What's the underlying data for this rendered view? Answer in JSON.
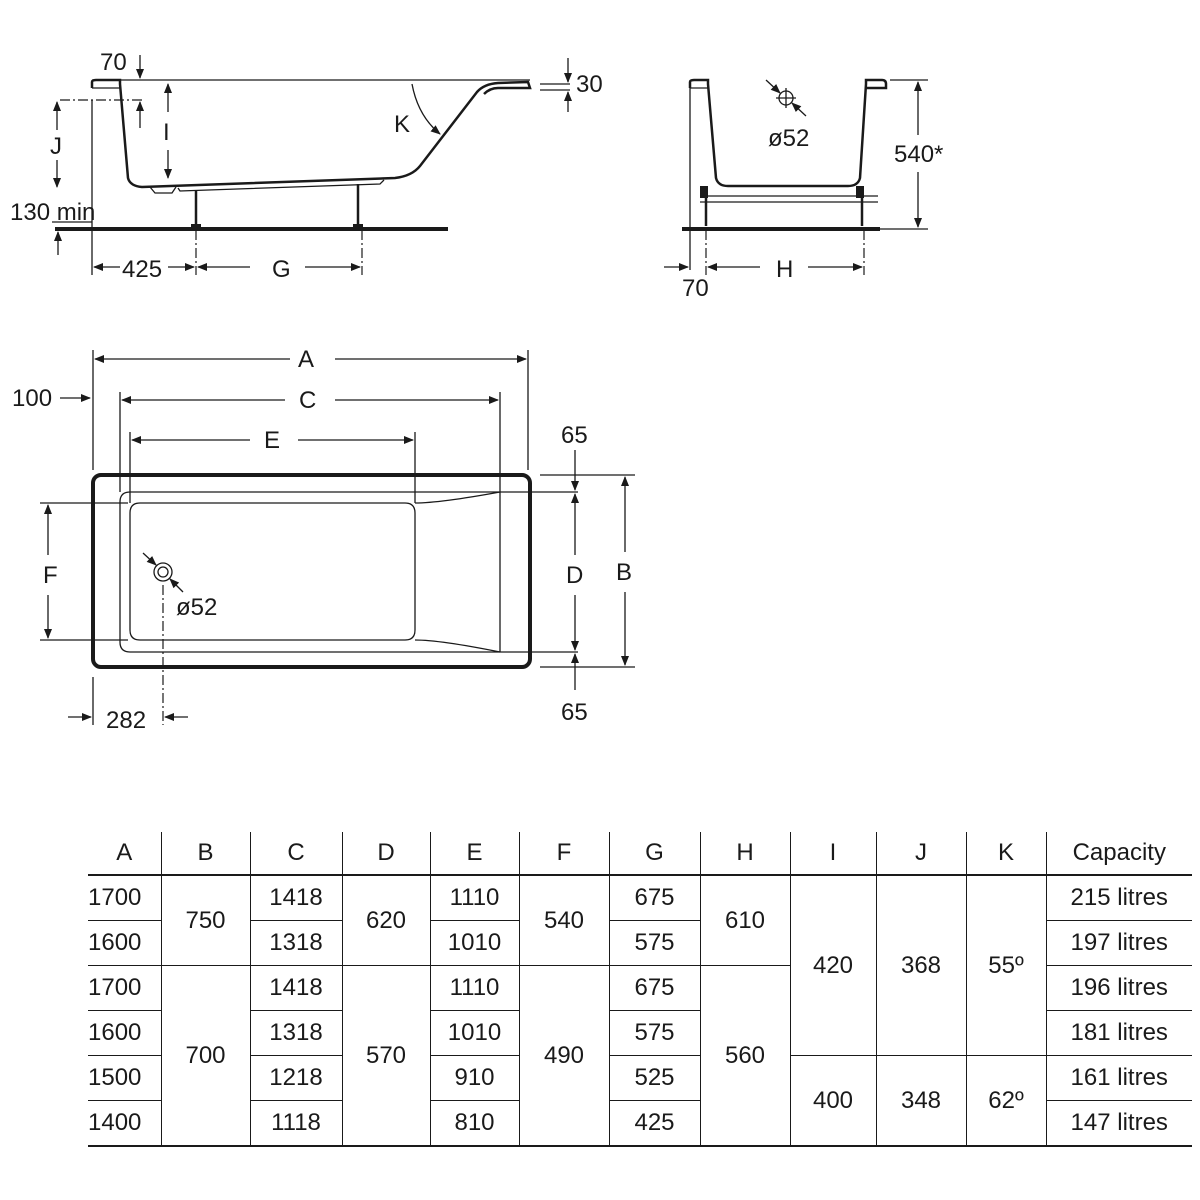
{
  "side_view": {
    "rim_top": "70",
    "rim_thickness": "30",
    "j": "J",
    "i": "I",
    "k": "K",
    "floor_clearance": "130 min",
    "leg_offset": "425",
    "g": "G"
  },
  "end_view": {
    "height": "540*",
    "drain": "ø52",
    "offset": "70",
    "h": "H"
  },
  "plan_view": {
    "a": "A",
    "c": "C",
    "e": "E",
    "offset": "100",
    "top_rim": "65",
    "bottom_rim": "65",
    "d": "D",
    "b": "B",
    "f": "F",
    "drain": "ø52",
    "drain_offset": "282"
  },
  "table": {
    "headers": [
      "A",
      "B",
      "C",
      "D",
      "E",
      "F",
      "G",
      "H",
      "I",
      "J",
      "K",
      "Capacity"
    ],
    "A": [
      "1700",
      "1600",
      "1700",
      "1600",
      "1500",
      "1400"
    ],
    "B": [
      "750",
      "700"
    ],
    "C": [
      "1418",
      "1318",
      "1418",
      "1318",
      "1218",
      "1118"
    ],
    "D": [
      "620",
      "570"
    ],
    "E": [
      "1110",
      "1010",
      "1110",
      "1010",
      "910",
      "810"
    ],
    "F": [
      "540",
      "490"
    ],
    "G": [
      "675",
      "575",
      "675",
      "575",
      "525",
      "425"
    ],
    "H": [
      "610",
      "560"
    ],
    "I": [
      "420",
      "400"
    ],
    "J": [
      "368",
      "348"
    ],
    "K": [
      "55º",
      "62º"
    ],
    "Capacity": [
      "215 litres",
      "197 litres",
      "196 litres",
      "181 litres",
      "161 litres",
      "147 litres"
    ]
  }
}
